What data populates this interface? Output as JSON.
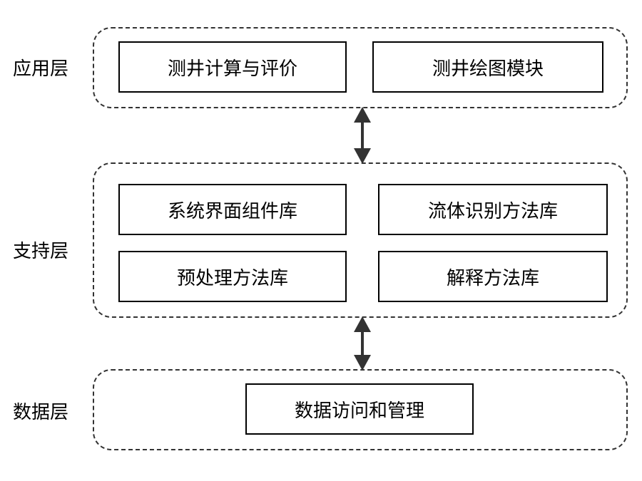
{
  "layers": {
    "application": {
      "label": "应用层",
      "modules": [
        "测井计算与评价",
        "测井绘图模块"
      ]
    },
    "support": {
      "label": "支持层",
      "modules": [
        "系统界面组件库",
        "流体识别方法库",
        "预处理方法库",
        "解释方法库"
      ]
    },
    "data": {
      "label": "数据层",
      "modules": [
        "数据访问和管理"
      ]
    }
  },
  "arrows": [
    {
      "from": "application",
      "to": "support",
      "type": "bidirectional"
    },
    {
      "from": "support",
      "to": "data",
      "type": "bidirectional"
    }
  ]
}
